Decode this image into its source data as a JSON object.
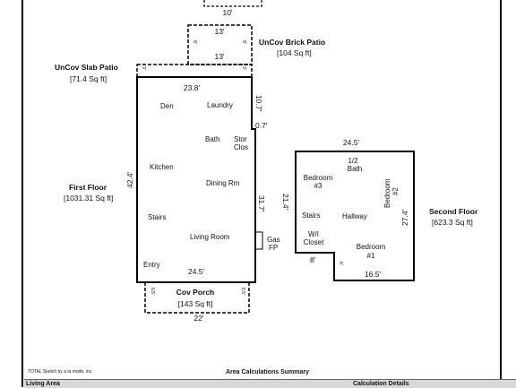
{
  "top": {
    "dim_top": "10'"
  },
  "brick_patio": {
    "label": "UnCov Brick Patio",
    "area": "[104 Sq ft]",
    "dim_top": "13'",
    "dim_bottom": "13'",
    "dim_left": "8'",
    "dim_right": "8'"
  },
  "slab_patio": {
    "label": "UnCov Slab Patio",
    "area": "[71.4 Sq ft]",
    "dim_left": "3'",
    "dim_right": "3'"
  },
  "first_floor": {
    "label": "First Floor",
    "area": "[1031.31 Sq ft]",
    "dims": {
      "top": "23.8'",
      "right_upper": "10.7'",
      "notch": "0.7'",
      "right_main": "31.7'",
      "left": "42.4'",
      "bottom": "24.5'"
    },
    "rooms": {
      "den": "Den",
      "laundry": "Laundry",
      "bath": "Bath",
      "stor": "Stor",
      "clos": "Clos",
      "kitchen": "Kitchen",
      "dining": "Dining Rm",
      "stairs": "Stairs",
      "living": "Living Room",
      "entry": "Entry",
      "gas": "Gas",
      "fp": "FP"
    }
  },
  "porch": {
    "label": "Cov Porch",
    "area": "[143 Sq ft]",
    "dim_left": "6.5'",
    "dim_right": "6.5'",
    "dim_bottom": "22'"
  },
  "second_floor": {
    "label": "Second Floor",
    "area": "[623.3 Sq ft]",
    "dims": {
      "top": "24.5'",
      "left": "21.4'",
      "right": "27.4'",
      "notch_h": "8'",
      "notch_v": "6'",
      "bottom": "16.5'"
    },
    "rooms": {
      "half": "1/2",
      "bath": "Bath",
      "bedroom3a": "Bedroom",
      "bedroom3b": "#3",
      "bedroom2a": "Bedroom",
      "bedroom2b": "#2",
      "stairs": "Stairs",
      "hallway": "Hallway",
      "wi": "W/I",
      "closet": "Closet",
      "bedroom1a": "Bedroom",
      "bedroom1b": "#1"
    }
  },
  "footer": {
    "credit": "TOTAL Sketch by a la mode, inc.",
    "summary": "Area Calculations Summary",
    "living_area": "Living Area",
    "calc_details": "Calculation Details"
  }
}
